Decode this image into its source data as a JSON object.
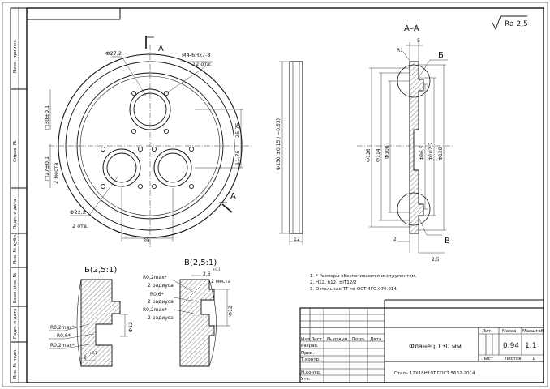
{
  "roughness": {
    "symbol": "√",
    "value": "Ra 2,5"
  },
  "views": {
    "cut_mark": "A",
    "section_title": "A–A",
    "detail_b_title": "Б(2,5:1)",
    "detail_v_title": "В(2,5:1)",
    "callout_b": "Б",
    "callout_v": "В"
  },
  "front_view": {
    "d272": "Ф27,2",
    "thread": "M4-6Hx7-8",
    "thread_count": "12 отв.",
    "sq30": "□30±0,1",
    "sq27": "□27±0,1",
    "places": "2 места",
    "d222": "Ф22,2",
    "holes2": "2 отв.",
    "d2575": "25,75",
    "d1175": "11,75",
    "d39": "39"
  },
  "side_view": {
    "dia": "Ф130(±0,15 / −0,63)",
    "width": "12"
  },
  "section_view": {
    "r1": "R1",
    "t5": "5",
    "d126": "Ф126",
    "d114": "Ф114",
    "d100": "Ф100",
    "d965": "Ф96,5",
    "d1022": "Ф102,2",
    "d128": "Ф128",
    "w2": "2",
    "w25": "2,5"
  },
  "detail_b": {
    "r_top": "R0,2max*",
    "r_mid": "R0,6*",
    "r_bot": "R0,2max*",
    "d12": "Ф12",
    "w2": "2",
    "w2_tol": "+0,1"
  },
  "detail_v": {
    "r_lbl1": "R0,2max*",
    "r_lbl2": "2 радиуса",
    "r_lbl3": "R0,6*",
    "r_lbl4": "2 радиуса",
    "r_lbl5": "R0,2max*",
    "r_lbl6": "2 радиуса",
    "w26": "2,6",
    "w26_tol": "+0,1",
    "places": "2 места",
    "d12": "Ф12"
  },
  "notes": [
    "1.  * Размеры обеспечиваются инструментом.",
    "2.  H12, h12, ±IT12/2",
    "3.  Остальные ТТ по ОСТ 4ГО.070.014."
  ],
  "left_strip": [
    "Перв. примен.",
    "Справ. №",
    "Подп. и дата",
    "Инв. № дубл.",
    "Взам. инв. №",
    "Подп. и дата",
    "Инв. № подл."
  ],
  "title_block": {
    "name": "Фланец 130 мм",
    "material": "Сталь 12Х18Н10Т ГОСТ 5632-2014",
    "col_izm": "Изм",
    "col_list": "Лист",
    "col_doc": "№ докум.",
    "col_podp": "Подп.",
    "col_date": "Дата",
    "razrab": "Разраб.",
    "prov": "Пров.",
    "tkontr": "Т.контр.",
    "nkontr": "Н.контр.",
    "utv": "Утв.",
    "lit": "Лит.",
    "massa": "Масса",
    "masshtab": "Масштаб",
    "mass_value": "0,94",
    "scale_value": "1:1",
    "list": "Лист",
    "listov": "Листов",
    "listov_value": "1"
  }
}
